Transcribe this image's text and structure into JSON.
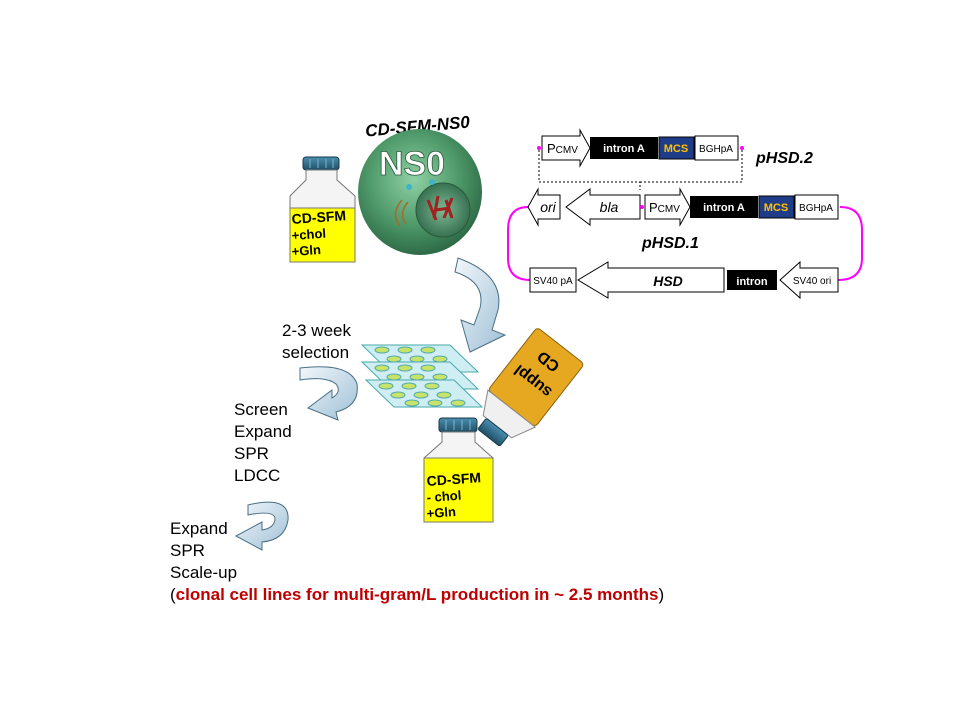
{
  "cell": {
    "title": "CD-SFM-NS0",
    "label": "NS0"
  },
  "bottle_top": {
    "lines": [
      "CD-SFM",
      "+chol",
      "+Gln"
    ]
  },
  "bottle_bottom": {
    "lines": [
      "CD-SFM",
      "- chol",
      "+Gln"
    ]
  },
  "supp_bottle": {
    "lines": [
      "CD",
      "suppl"
    ]
  },
  "plasmid2": {
    "name": "pHSD.2",
    "promoter": "P",
    "promoter_sub": "CMV",
    "intron": "intron A",
    "mcs": "MCS",
    "polya": "BGHpA"
  },
  "plasmid1": {
    "name": "pHSD.1",
    "ori": "ori",
    "bla": "bla",
    "promoter": "P",
    "promoter_sub": "CMV",
    "intron": "intron A",
    "mcs": "MCS",
    "polya": "BGHpA",
    "sv40pa": "SV40 pA",
    "hsd": "HSD",
    "intron2": "intron",
    "sv40ori": "SV40 ori"
  },
  "steps": {
    "selection": [
      "2-3 week",
      "selection"
    ],
    "screen": [
      "Screen",
      "Expand",
      "SPR",
      "LDCC"
    ],
    "expand": [
      "Expand",
      "SPR",
      "Scale-up"
    ]
  },
  "final": {
    "open": "(",
    "highlight": "clonal cell lines for multi-gram/L production in ~ 2.5 months",
    "close": ")"
  },
  "colors": {
    "cell_green": "#4f9a6a",
    "medium_yellow": "#ffff00",
    "cap_teal": "#2f6e8a",
    "magenta_line": "#ff00ff",
    "mcs_blue": "#1f3c88",
    "mcs_text": "#ffc000",
    "arrow_fill": "#dde9f2",
    "highlight_red": "#c00000",
    "suppl_gold": "#e6a820"
  }
}
